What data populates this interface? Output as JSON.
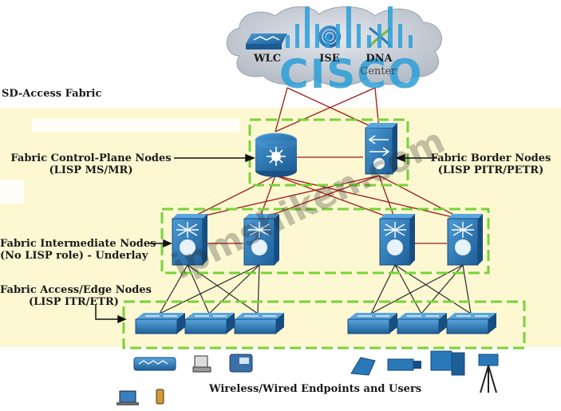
{
  "cloud": {
    "wlc": "WLC",
    "ise": "ISE",
    "dna_line1": "DNA",
    "dna_line2": "Center"
  },
  "brand_logo": "CISCO",
  "fabric_title": "SD-Access Fabric",
  "control_plane": {
    "line1": "Fabric Control-Plane Nodes",
    "line2": "(LISP MS/MR)"
  },
  "border": {
    "line1": "Fabric Border Nodes",
    "line2": "(LISP PITR/PETR)"
  },
  "intermediate": {
    "line1": "Fabric Intermediate Nodes",
    "line2": "(No LISP role) - Underlay"
  },
  "edge": {
    "line1": "Fabric Access/Edge Nodes",
    "line2": "(LISP ITR/ETR)"
  },
  "endpoints_label": "Wireless/Wired Endpoints and Users",
  "watermark": "ipmshiken.com",
  "colors": {
    "fabric_box": "#78d23a",
    "tint": "#fdf8d2",
    "device_blue": "#2a78b8",
    "link_red": "#a01818",
    "link_dark": "#2a2a2a",
    "cloud": "#c6ccd4"
  }
}
